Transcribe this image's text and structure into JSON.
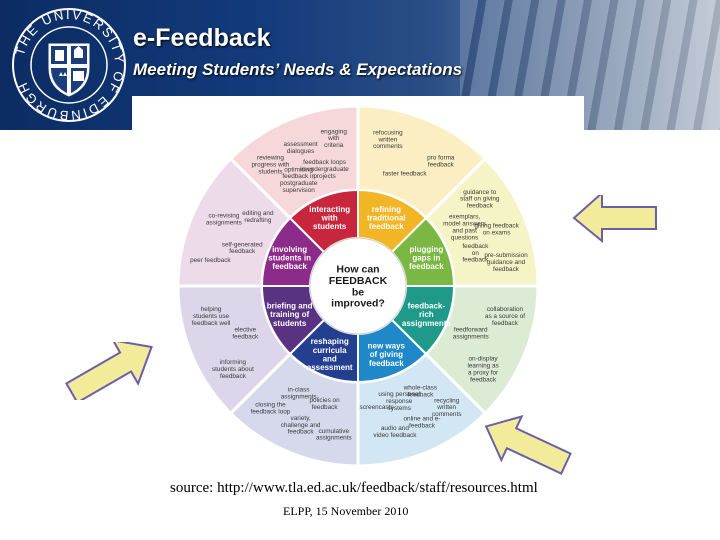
{
  "header": {
    "title": "e-Feedback",
    "subtitle": "Meeting Students’ Needs & Expectations",
    "crest_text": "THE UNIVERSITY OF EDINBURGH"
  },
  "wheel": {
    "center": [
      "How can",
      "FEEDBACK",
      "be",
      "improved?"
    ],
    "inner_segments": [
      {
        "lines": [
          "refining",
          "traditional",
          "feedback"
        ],
        "color": "#f2b526"
      },
      {
        "lines": [
          "plugging",
          "gaps in",
          "feedback"
        ],
        "color": "#7ab843"
      },
      {
        "lines": [
          "feedback-",
          "rich",
          "assignments"
        ],
        "color": "#1f9a8a"
      },
      {
        "lines": [
          "new ways",
          "of giving",
          "feedback"
        ],
        "color": "#1e88c9"
      },
      {
        "lines": [
          "reshaping",
          "curricula",
          "and",
          "assessment"
        ],
        "color": "#243f8f"
      },
      {
        "lines": [
          "briefing and",
          "training of",
          "students"
        ],
        "color": "#5a3282"
      },
      {
        "lines": [
          "involving",
          "students in",
          "feedback"
        ],
        "color": "#8d2b8a"
      },
      {
        "lines": [
          "interacting",
          "with",
          "students"
        ],
        "color": "#c8263c"
      }
    ],
    "outer_segments": [
      {
        "color": "#fbeec3",
        "items": [
          {
            "lines": [
              "refocusing",
              "written",
              "comments"
            ]
          },
          {
            "lines": [
              "faster feedback"
            ]
          },
          {
            "lines": [
              "pro forma",
              "feedback"
            ]
          }
        ]
      },
      {
        "color": "#f4f4c6",
        "items": [
          {
            "lines": [
              "guidance to",
              "staff on giving",
              "feedback"
            ]
          },
          {
            "lines": [
              "exemplars,",
              "model answers",
              "and past",
              "questions"
            ]
          },
          {
            "lines": [
              "giving feedback",
              "on exams"
            ]
          },
          {
            "lines": [
              "feedback",
              "on",
              "feedback"
            ]
          },
          {
            "lines": [
              "pre-submission",
              "guidance and",
              "feedback"
            ]
          }
        ]
      },
      {
        "color": "#dcebd4",
        "items": [
          {
            "lines": [
              "collaboration",
              "as a source of",
              "feedback"
            ]
          },
          {
            "lines": [
              "feedforward",
              "assignments"
            ]
          },
          {
            "lines": [
              "on-display",
              "learning as",
              "a proxy for",
              "feedback"
            ]
          }
        ]
      },
      {
        "color": "#d3e6f3",
        "items": [
          {
            "lines": [
              "recycling",
              "written",
              "comments"
            ]
          },
          {
            "lines": [
              "whole-class",
              "feedback"
            ]
          },
          {
            "lines": [
              "online and e-",
              "feedback"
            ]
          },
          {
            "lines": [
              "using personal",
              "response",
              "systems"
            ]
          },
          {
            "lines": [
              "audio and",
              "video feedback"
            ]
          },
          {
            "lines": [
              "screencasts"
            ]
          }
        ]
      },
      {
        "color": "#d6d9ec",
        "items": [
          {
            "lines": [
              "cumulative",
              "assignments"
            ]
          },
          {
            "lines": [
              "policies on",
              "feedback"
            ]
          },
          {
            "lines": [
              "variety,",
              "challenge and",
              "feedback"
            ]
          },
          {
            "lines": [
              "in-class",
              "assignments"
            ]
          },
          {
            "lines": [
              "closing the",
              "feedback loop"
            ]
          }
        ]
      },
      {
        "color": "#ddd6ea",
        "items": [
          {
            "lines": [
              "informing",
              "students about",
              "feedback"
            ]
          },
          {
            "lines": [
              "elective",
              "feedback"
            ]
          },
          {
            "lines": [
              "helping",
              "students use",
              "feedback well"
            ]
          }
        ]
      },
      {
        "color": "#eddbe9",
        "items": [
          {
            "lines": [
              "peer feedback"
            ]
          },
          {
            "lines": [
              "self-generated",
              "feedback"
            ]
          },
          {
            "lines": [
              "co-revising",
              "assignments"
            ]
          },
          {
            "lines": [
              "editing and",
              "redrafting"
            ]
          }
        ]
      },
      {
        "color": "#f6d8da",
        "items": [
          {
            "lines": [
              "reviewing",
              "progress with",
              "students"
            ]
          },
          {
            "lines": [
              "optimising",
              "feedback in",
              "postgraduate",
              "supervision"
            ]
          },
          {
            "lines": [
              "assessment",
              "dialogues"
            ]
          },
          {
            "lines": [
              "feedback loops",
              "in undergraduate",
              "projects"
            ]
          },
          {
            "lines": [
              "engaging",
              "with",
              "criteria"
            ]
          }
        ]
      }
    ]
  },
  "arrows_color": "#f2ec9a",
  "source_text": "source: http://www.tla.ed.ac.uk/feedback/staff/resources.html",
  "footer_text": "ELPP, 15 November  2010"
}
